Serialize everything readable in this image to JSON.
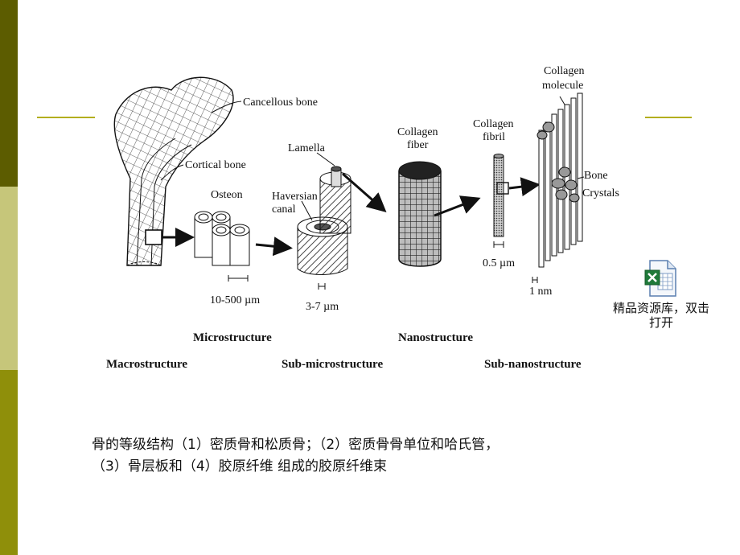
{
  "slide": {
    "accent_colors": {
      "sidebar_dark": "#5c5c00",
      "sidebar_mid": "#8f8f0a",
      "sidebar_light": "#c6c67a",
      "rule": "#b3ae1e"
    }
  },
  "figure": {
    "labels": {
      "cancellous": "Cancellous bone",
      "cortical": "Cortical bone",
      "osteon": "Osteon",
      "haversian_1": "Haversian",
      "haversian_2": "canal",
      "lamella": "Lamella",
      "collagen_fiber_1": "Collagen",
      "collagen_fiber_2": "fiber",
      "collagen_fibril_1": "Collagen",
      "collagen_fibril_2": "fibril",
      "collagen_molecule_1": "Collagen",
      "collagen_molecule_2": "molecule",
      "bone_crystals_1": "Bone",
      "bone_crystals_2": "Crystals",
      "scale_osteon": "10-500 µm",
      "scale_lamella": "3-7 µm",
      "scale_fibril": "0.5 µm",
      "scale_molecule": "1 nm"
    },
    "levels": {
      "microstructure": "Microstructure",
      "nanostructure": "Nanostructure",
      "macrostructure": "Macrostructure",
      "sub_microstructure": "Sub-microstructure",
      "sub_nanostructure": "Sub-nanostructure"
    }
  },
  "attachment": {
    "icon": "excel-file-icon",
    "label_line1": "精品资源库，双击",
    "label_line2": "打开"
  },
  "caption": {
    "line1": "骨的等级结构（1）密质骨和松质骨；（2）密质骨骨单位和哈氏管，",
    "line2": "（3）骨层板和（4）胶原纤维 组成的胶原纤维束"
  }
}
